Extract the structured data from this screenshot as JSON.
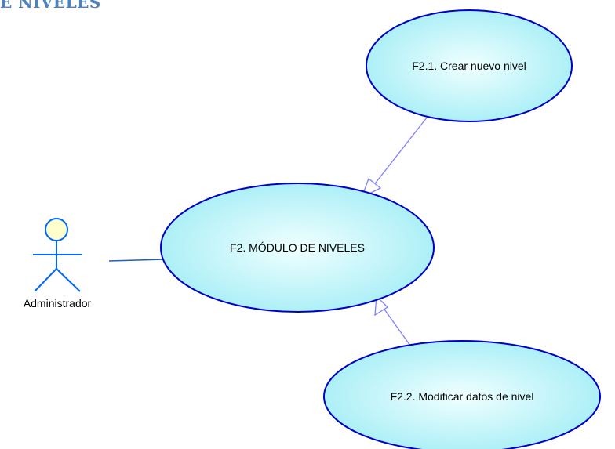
{
  "heading": {
    "text": "E NIVELES"
  },
  "actor": {
    "name": "Administrador"
  },
  "use_cases": {
    "main": {
      "label": "F2. MÓDULO DE NIVELES"
    },
    "create": {
      "label": "F2.1. Crear nuevo nivel"
    },
    "modify": {
      "label": "F2.2. Modificar datos de nivel"
    }
  },
  "colors": {
    "ellipse_fill_center": "#f0ffff",
    "ellipse_fill_edge": "#a6eef6",
    "ellipse_stroke": "#0000cc",
    "actor_stroke": "#0066ff",
    "actor_head_fill": "#ffffcc",
    "association_line": "#1f5fbf",
    "extend_line": "#8080ff",
    "heading": "#4f81bd"
  }
}
